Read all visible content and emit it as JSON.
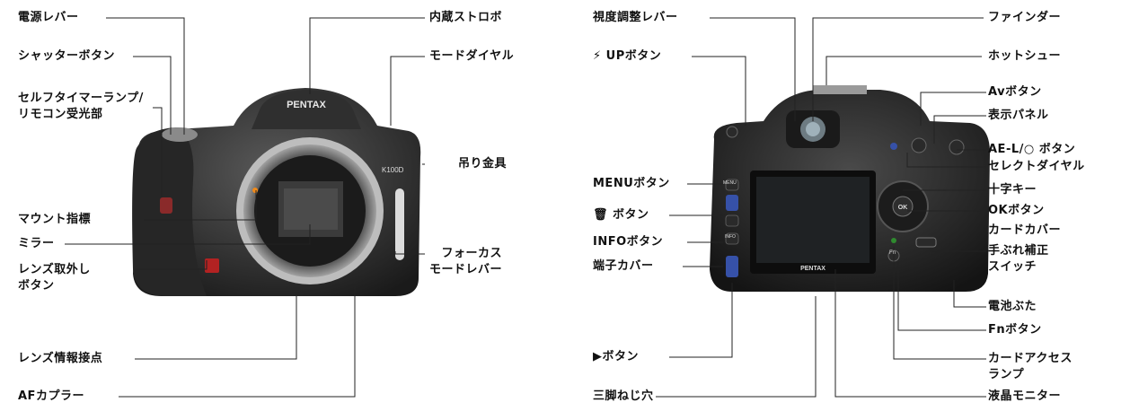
{
  "front": {
    "labels": {
      "power_lever": "電源レバー",
      "shutter_button": "シャッターボタン",
      "self_timer_lamp": "セルフタイマーランプ/\nリモコン受光部",
      "mount_index": "マウント指標",
      "mirror": "ミラー",
      "lens_release": "レンズ取外し\nボタン",
      "lens_info_contacts": "レンズ情報接点",
      "af_coupler": "AFカプラー",
      "built_in_flash": "内蔵ストロボ",
      "mode_dial": "モードダイヤル",
      "strap_lug": "吊り金具",
      "focus_mode_lever": "フォーカス\nモードレバー"
    },
    "brand": "PENTAX",
    "model": "K100D"
  },
  "back": {
    "labels": {
      "diopter_lever": "視度調整レバー",
      "flash_up_button": "⚡ UPボタン",
      "menu_button": "MENUボタン",
      "delete_button": "🗑 ボタン",
      "info_button": "INFOボタン",
      "terminal_cover": "端子カバー",
      "play_button": "▶ボタン",
      "tripod_socket": "三脚ねじ穴",
      "viewfinder": "ファインダー",
      "hot_shoe": "ホットシュー",
      "av_button": "Avボタン",
      "lcd_panel": "表示パネル",
      "ae_lock_button": "AE-L/○ ボタン",
      "select_dial": "セレクトダイヤル",
      "four_way": "十字キー",
      "ok_button": "OKボタン",
      "card_cover": "カードカバー",
      "shake_reduction": "手ぶれ補正\nスイッチ",
      "battery_cover": "電池ぶた",
      "fn_button": "Fnボタン",
      "card_access_lamp": "カードアクセス\nランプ",
      "lcd_monitor": "液晶モニター"
    },
    "brand": "PENTAX",
    "buttons": {
      "menu": "MENU",
      "info": "INFO",
      "ok": "OK",
      "fn": "Fn"
    }
  }
}
